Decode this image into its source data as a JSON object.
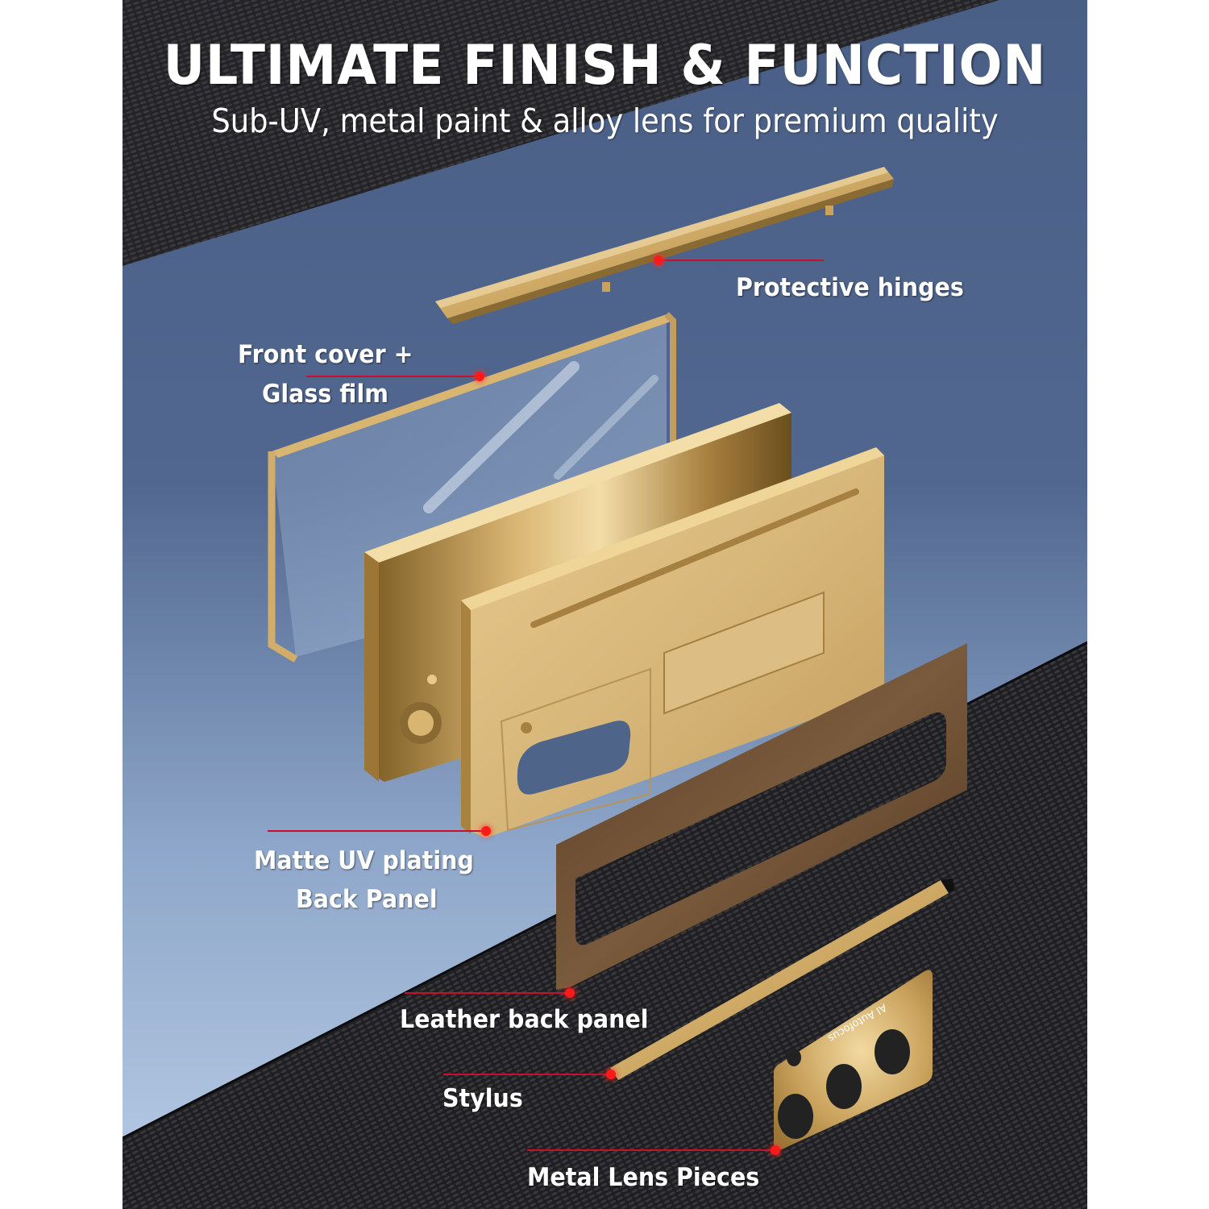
{
  "header": {
    "title": "ULTIMATE FINISH & FUNCTION",
    "subtitle": "Sub-UV, metal paint & alloy lens for premium quality"
  },
  "colors": {
    "top_band": "#1c1c1e",
    "mid_blue": "#4e6489",
    "light_blue": "#b8cde6",
    "bottom_band": "#232325",
    "gold": "#d2ad6a",
    "gold_dark": "#8a6a33",
    "leather": "#6a4a2e",
    "callout_red": "#c8102e",
    "text": "#ffffff"
  },
  "lens_piece": {
    "engraving": "AI Autofocus"
  },
  "callouts": [
    {
      "id": "hinges",
      "lines": [
        "Protective hinges"
      ]
    },
    {
      "id": "front-cover",
      "lines": [
        "Front cover +",
        "Glass film"
      ]
    },
    {
      "id": "matte-uv",
      "lines": [
        "Matte UV plating",
        "Back Panel"
      ]
    },
    {
      "id": "leather",
      "lines": [
        "Leather back panel"
      ]
    },
    {
      "id": "stylus",
      "lines": [
        "Stylus"
      ]
    },
    {
      "id": "lens",
      "lines": [
        "Metal Lens Pieces"
      ]
    }
  ]
}
